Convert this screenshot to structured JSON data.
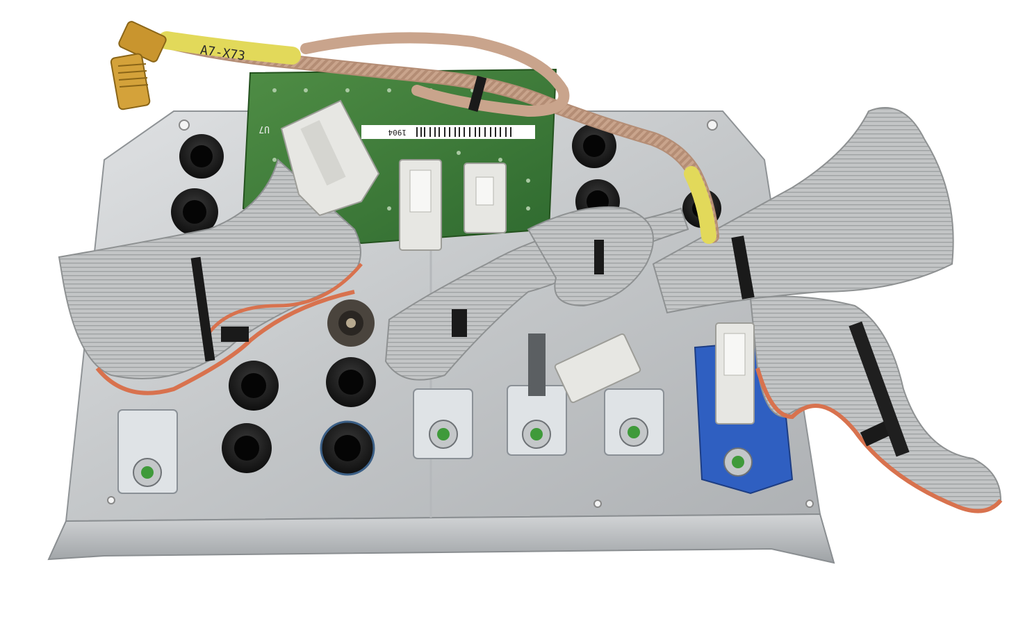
{
  "photo": {
    "cable_label": "A7-X73",
    "pcb_marking": "U7",
    "pcb_code": "1904"
  },
  "colors": {
    "background": "#ffffff",
    "plate": "#c9cbcd",
    "pcb": "#3f7a3a",
    "ribbon": "#bdbfc0",
    "ribbon_edge": "#d8724e",
    "coax_jacket": "#c9a48c",
    "coax_sleeve": "#e2d95a",
    "sma_gold": "#c9952e",
    "connector_white": "#e7e7e3",
    "grommet_black": "#1c1c1c",
    "blue_connector": "#2f5fc1"
  }
}
